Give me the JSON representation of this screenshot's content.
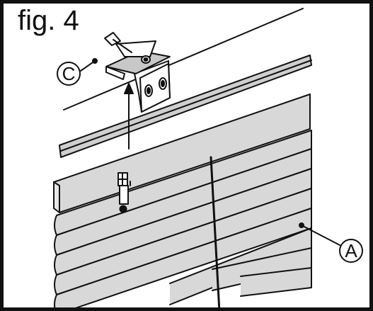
{
  "figure": {
    "title": "fig. 4",
    "callouts": {
      "blind": "A",
      "bracket": "C"
    }
  },
  "colors": {
    "line": "#111111",
    "slat_fill": "#d8d8d8",
    "rail_fill": "#cfcfcf",
    "bracket_fill": "#c8c8c8",
    "background": "#ffffff"
  }
}
